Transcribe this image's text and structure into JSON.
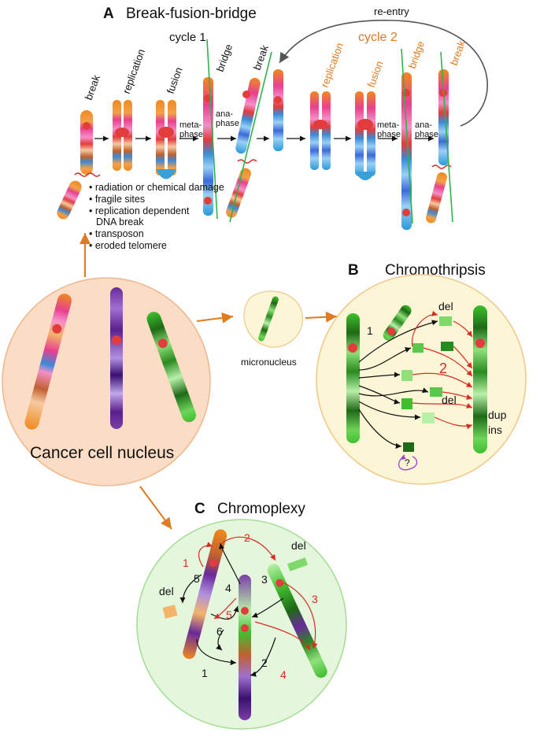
{
  "panel_a": {
    "letter": "A",
    "title": "Break-fusion-bridge",
    "cycle1": "cycle 1",
    "cycle2": "cycle 2",
    "reentry": "re-entry",
    "steps_cycle1": [
      "break",
      "replication",
      "fusion",
      "bridge",
      "break"
    ],
    "steps_cycle2": [
      "replication",
      "fusion",
      "bridge",
      "break"
    ],
    "metaphase": [
      "meta-",
      "phase"
    ],
    "anaphase": [
      "ana-",
      "phase"
    ],
    "causes": [
      "radiation or chemical damage",
      "fragile sites",
      "replication dependent",
      "transposon",
      "eroded telomere"
    ],
    "cause_continuation": "DNA break"
  },
  "panel_b": {
    "letter": "B",
    "title": "Chromothripsis",
    "micronucleus": "micronucleus",
    "labels": {
      "one": "1",
      "two": "2",
      "del1": "del",
      "del2": "del",
      "dup": "dup",
      "ins": "ins",
      "question": "?"
    }
  },
  "nucleus": {
    "label": "Cancer cell nucleus"
  },
  "panel_c": {
    "letter": "C",
    "title": "Chromoplexy",
    "labels": {
      "del_left": "del",
      "del_right": "del",
      "black_numbers": [
        "5",
        "4",
        "3",
        "6",
        "2",
        "1"
      ],
      "red_numbers": [
        "1",
        "2",
        "3",
        "5",
        "4"
      ]
    }
  },
  "colors": {
    "accent_orange": "#e07a1f",
    "red": "#d82c20",
    "nucleus_fill": "#fbdcc4",
    "chromothripsis_fill": "#fdf6d6",
    "chromoplexy_fill": "#e4f6dc",
    "purple": "#7b3fa8",
    "green": "#3fbf2f"
  }
}
